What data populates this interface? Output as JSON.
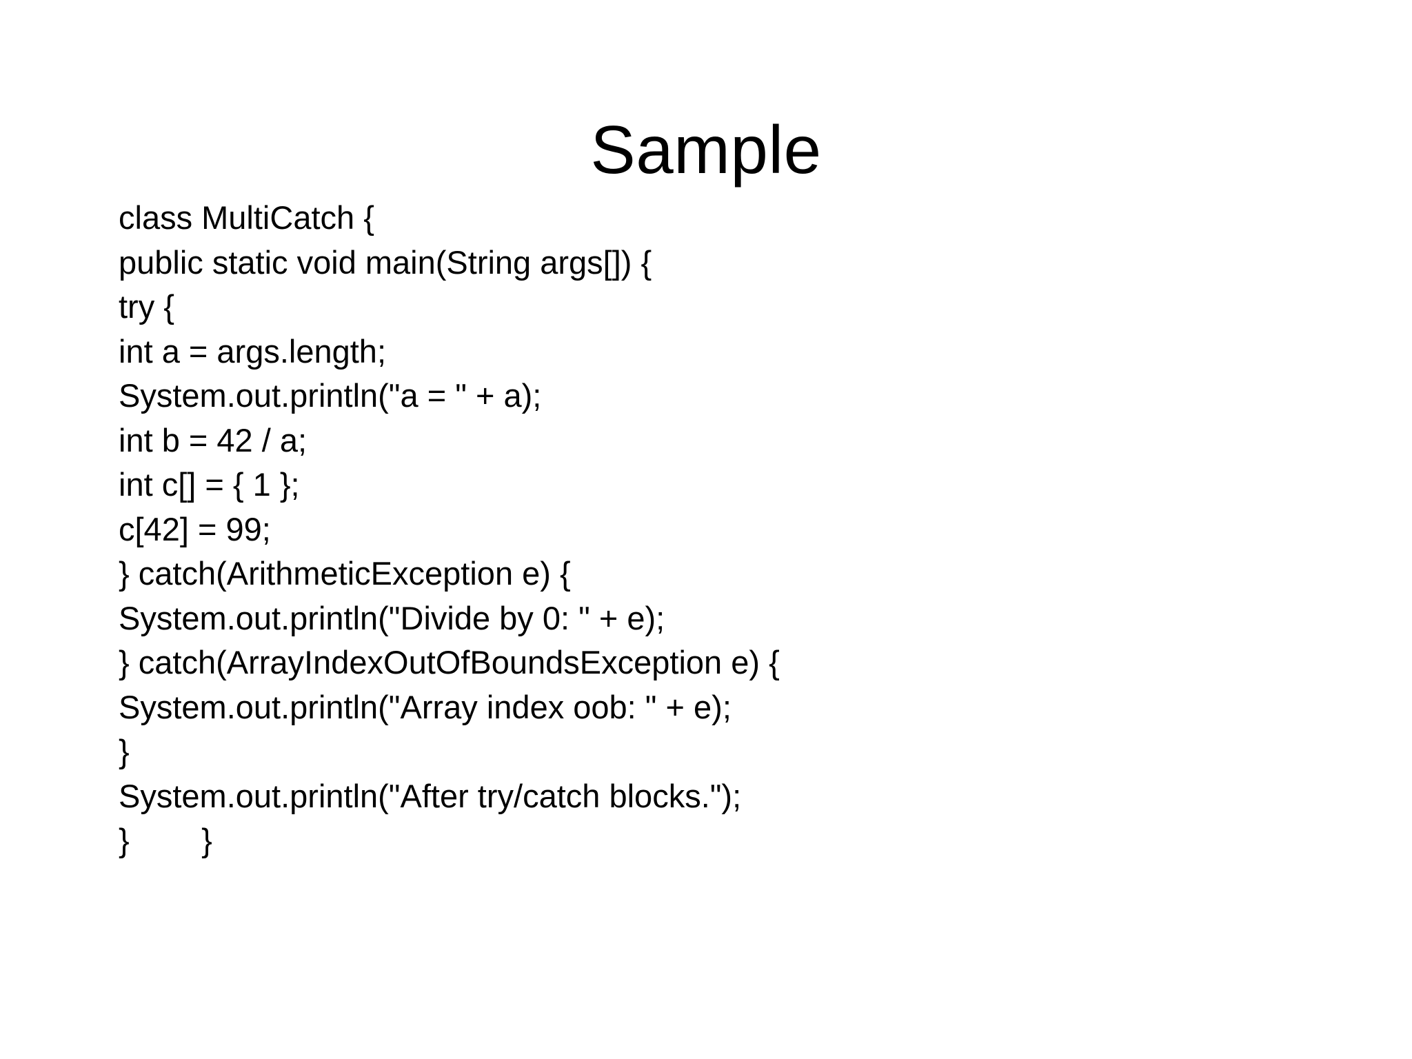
{
  "slide": {
    "title": "Sample",
    "background_color": "#ffffff",
    "text_color": "#000000",
    "code_language": "java",
    "code_lines": [
      "class MultiCatch {",
      "public static void main(String args[]) {",
      "try {",
      "int a = args.length;",
      "System.out.println(\"a = \" + a);",
      "int b = 42 / a;",
      "int c[] = { 1 };",
      "c[42] = 99;",
      "} catch(ArithmeticException e) {",
      "System.out.println(\"Divide by 0: \" + e);",
      "} catch(ArrayIndexOutOfBoundsException e) {",
      "System.out.println(\"Array index oob: \" + e);",
      "}",
      "System.out.println(\"After try/catch blocks.\");",
      "}        }"
    ]
  }
}
